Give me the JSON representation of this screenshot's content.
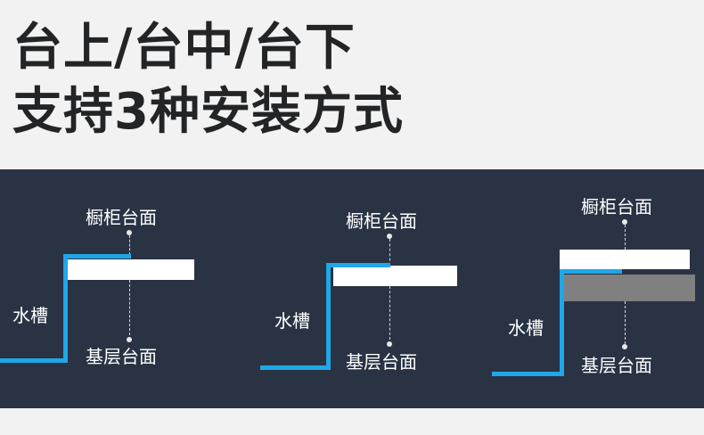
{
  "title": {
    "line1": "台上/台中/台下",
    "line2": "支持3种安装方式"
  },
  "diagrams": [
    {
      "top_label": "橱柜台面",
      "bottom_label": "基层台面",
      "side_label": "水槽"
    },
    {
      "top_label": "橱柜台面",
      "bottom_label": "基层台面",
      "side_label": "水槽"
    },
    {
      "top_label": "橱柜台面",
      "bottom_label": "基层台面",
      "side_label": "水槽"
    }
  ],
  "colors": {
    "panel": "#293344",
    "sink_line": "#1fa7e8",
    "countertop": "#ffffff",
    "base_layer": "#808080"
  }
}
